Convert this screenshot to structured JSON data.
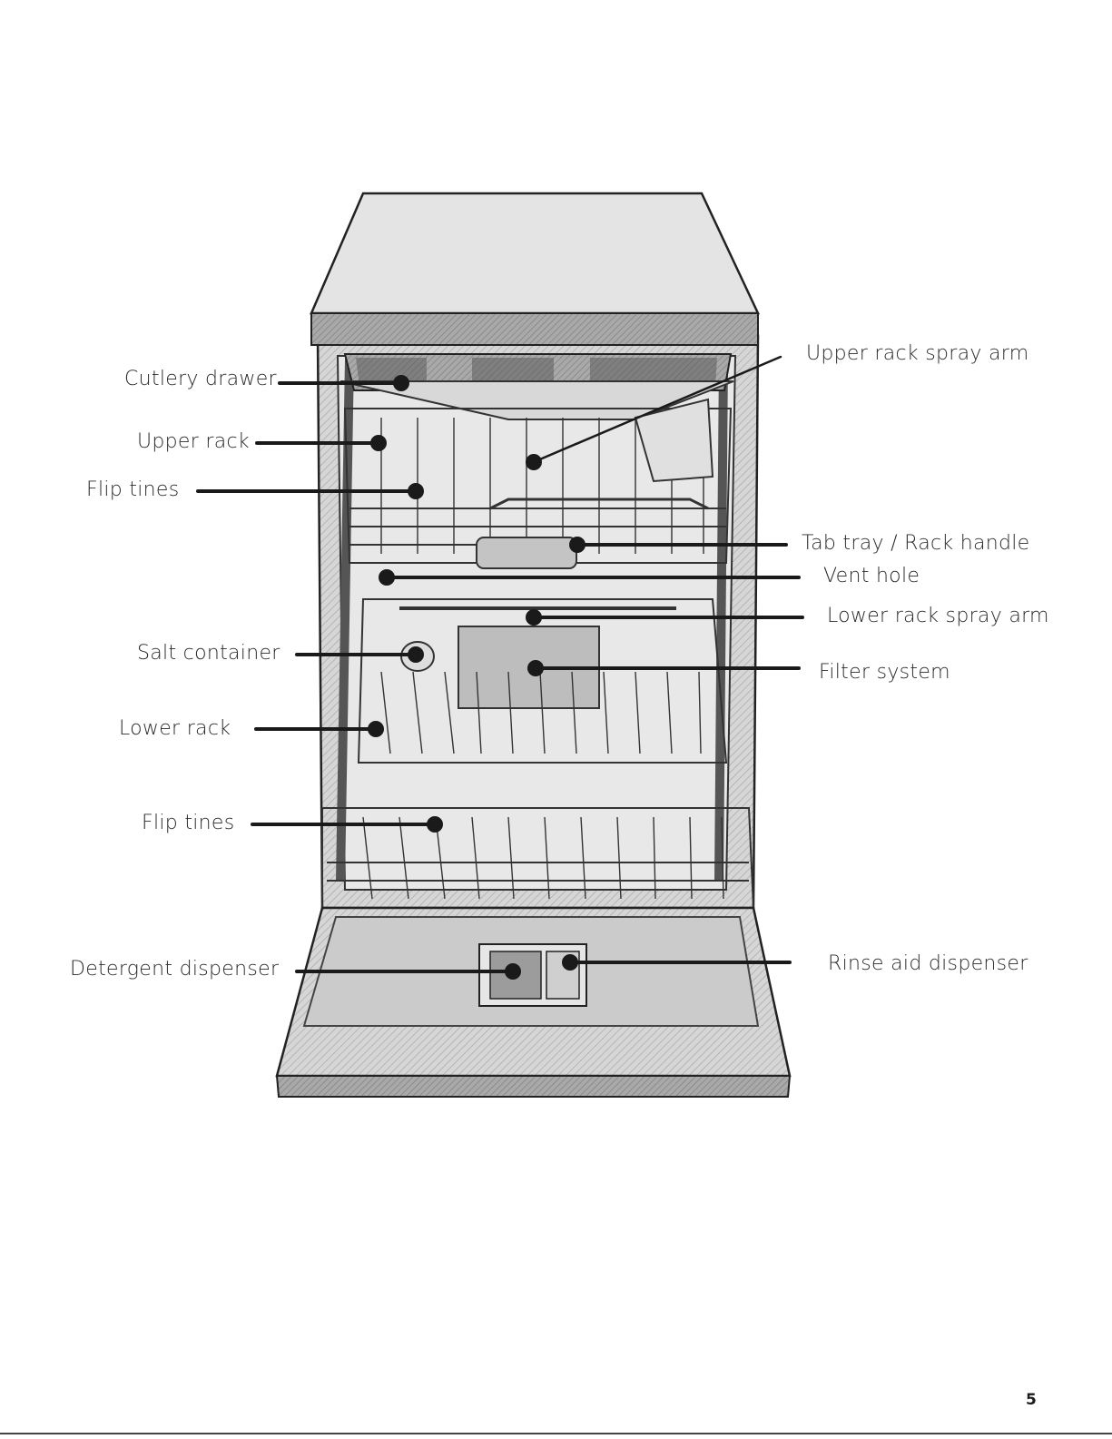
{
  "labels": {
    "cutlery_drawer": "Cutlery drawer",
    "upper_rack": "Upper rack",
    "flip_tines_upper": "Flip tines",
    "salt_container": "Salt container",
    "lower_rack": "Lower rack",
    "flip_tines_lower": "Flip tines",
    "detergent_dispenser": "Detergent dispenser",
    "upper_rack_spray_arm": "Upper rack spray arm",
    "tab_tray_rack_handle": "Tab tray / Rack handle",
    "vent_hole": "Vent hole",
    "lower_rack_spray_arm": "Lower rack spray arm",
    "filter_system": "Filter system",
    "rinse_aid_dispenser": "Rinse aid dispenser"
  },
  "page_number": "5",
  "colors": {
    "line": "#1a1a1a",
    "dishwasher_fill": "#cfcfcf",
    "dishwasher_dark": "#9a9a9a"
  }
}
